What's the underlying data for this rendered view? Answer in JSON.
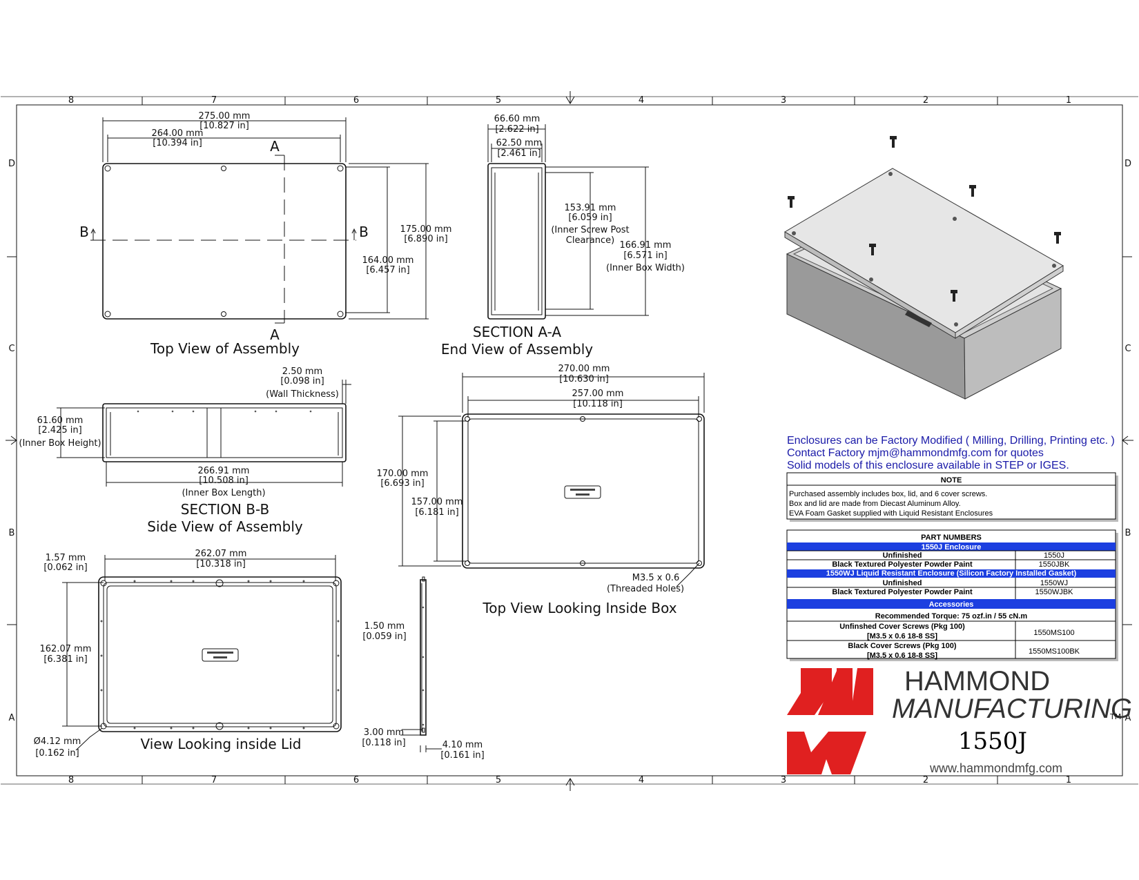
{
  "border": {
    "cols": [
      "8",
      "7",
      "6",
      "5",
      "4",
      "3",
      "2",
      "1"
    ],
    "rows": [
      "D",
      "C",
      "B",
      "A"
    ]
  },
  "views": {
    "top_assembly": {
      "title": "Top View of Assembly",
      "dim_outer_w": [
        "275.00 mm",
        "[10.827 in]"
      ],
      "dim_inner_w": [
        "264.00 mm",
        "[10.394 in]"
      ],
      "dim_outer_h": [
        "175.00 mm",
        "[6.890 in]"
      ],
      "dim_inner_h": [
        "164.00 mm",
        "[6.457 in]"
      ],
      "sec_a": "A",
      "sec_b": "B"
    },
    "section_aa": {
      "title1": "SECTION A-A",
      "title2": "End View of Assembly",
      "dim_outer": [
        "66.60 mm",
        "[2.622 in]"
      ],
      "dim_inner": [
        "62.50 mm",
        "[2.461 in]"
      ],
      "dim_screw": [
        "153.91 mm",
        "[6.059 in]",
        "(Inner Screw Post",
        "Clearance)"
      ],
      "dim_width": [
        "166.91 mm",
        "[6.571 in]",
        "(Inner Box Width)"
      ]
    },
    "section_bb": {
      "title1": "SECTION B-B",
      "title2": "Side View of Assembly",
      "dim_wall": [
        "2.50 mm",
        "[0.098 in]",
        "(Wall Thickness)"
      ],
      "dim_height": [
        "61.60 mm",
        "[2.425 in]",
        "(Inner Box Height)"
      ],
      "dim_length": [
        "266.91 mm",
        "[10.508 in]",
        "(Inner Box Length)"
      ]
    },
    "inside_box": {
      "title": "Top View Looking Inside Box",
      "dim_w1": [
        "270.00 mm",
        "[10.630 in]"
      ],
      "dim_w2": [
        "257.00 mm",
        "[10.118 in]"
      ],
      "dim_h1": [
        "170.00 mm",
        "[6.693 in]"
      ],
      "dim_h2": [
        "157.00 mm",
        "[6.181 in]"
      ],
      "thread": [
        "M3.5 x 0.6",
        "(Threaded Holes)"
      ]
    },
    "inside_lid": {
      "title": "View Looking inside Lid",
      "dim_edge": [
        "1.57 mm",
        "[0.062 in]"
      ],
      "dim_w": [
        "262.07 mm",
        "[10.318 in]"
      ],
      "dim_h": [
        "162.07 mm",
        "[6.381 in]"
      ],
      "dim_hole": [
        "Ø4.12 mm",
        "[0.162 in]"
      ]
    },
    "lid_side": {
      "dim_a": [
        "1.50 mm",
        "[0.059 in]"
      ],
      "dim_b": [
        "3.00 mm",
        "[0.118 in]"
      ],
      "dim_c": [
        "4.10 mm",
        "[0.161 in]"
      ]
    }
  },
  "info": {
    "lines": [
      "Enclosures can be Factory Modified ( Milling, Drilling, Printing etc. )",
      "Contact Factory mjm@hammondmfg.com for quotes",
      "Solid models of this enclosure available in STEP or IGES."
    ]
  },
  "note": {
    "title": "NOTE",
    "lines": [
      "Purchased assembly includes box, lid, and 6 cover screws.",
      "Box and lid are made from Diecast Aluminum Alloy.",
      "EVA Foam Gasket supplied with Liquid Resistant Enclosures"
    ]
  },
  "parts": {
    "title": "PART NUMBERS",
    "sec1": "1550J Enclosure",
    "r1": [
      "Unfinished",
      "1550J"
    ],
    "r2": [
      "Black Textured Polyester Powder Paint",
      "1550JBK"
    ],
    "sec2": "1550WJ Liquid Resistant Enclosure (Silicon Factory Installed Gasket)",
    "r3": [
      "Unfinished",
      "1550WJ"
    ],
    "r4": [
      "Black Textured Polyester Powder Paint",
      "1550WJBK"
    ],
    "sec3": "Accessories",
    "torque": "Recommended Torque: 75 ozf.in / 55 cN.m",
    "r5": [
      "Unfinshed Cover Screws (Pkg 100)",
      "[M3.5 x 0.6 18-8 SS]",
      "1550MS100"
    ],
    "r6": [
      "Black Cover Screws (Pkg 100)",
      "[M3.5 x 0.6 18-8 SS]",
      "1550MS100BK"
    ]
  },
  "brand": {
    "name1": "HAMMOND",
    "name2": "MANUFACTURING",
    "tm": "TM",
    "model": "1550J",
    "url": "www.hammondmfg.com",
    "red": "#e02020"
  },
  "colors": {
    "accent_blue": "#1c3fe0",
    "info_text": "#1a1aa8"
  }
}
